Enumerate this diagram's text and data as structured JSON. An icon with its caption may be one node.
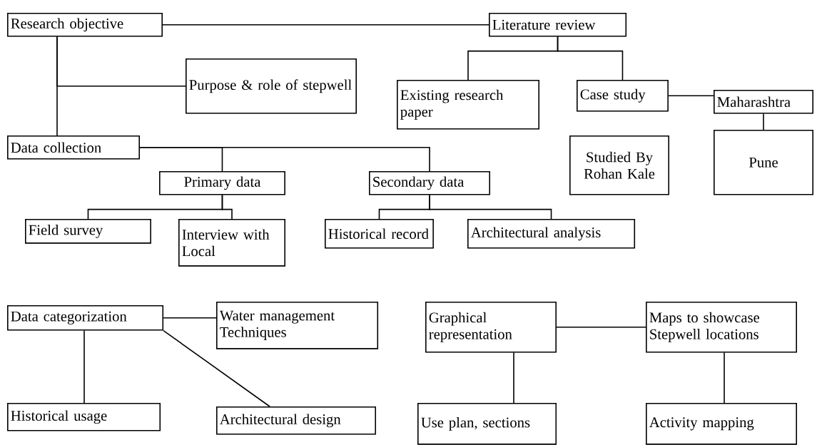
{
  "diagram": {
    "nodes": [
      {
        "text": [
          "Research objective"
        ]
      },
      {
        "text": [
          "Literature review"
        ]
      },
      {
        "text": [
          "Purpose & role of stepwell"
        ]
      },
      {
        "text": [
          "Existing research paper"
        ]
      },
      {
        "text": [
          "Case study"
        ]
      },
      {
        "text": [
          "Maharashtra"
        ]
      },
      {
        "text": [
          "Data collection"
        ]
      },
      {
        "text": [
          "Studied By Rohan Kale"
        ]
      },
      {
        "text": [
          "Pune"
        ]
      },
      {
        "text": [
          "Primary data"
        ]
      },
      {
        "text": [
          "Secondary data"
        ]
      },
      {
        "text": [
          "Field survey"
        ]
      },
      {
        "text": [
          "Interview with Local"
        ]
      },
      {
        "text": [
          "Historical record"
        ]
      },
      {
        "text": [
          "Architectural analysis"
        ]
      },
      {
        "text": [
          "Data categorization"
        ]
      },
      {
        "text": [
          "Water management Techniques"
        ]
      },
      {
        "text": [
          "Graphical representation"
        ]
      },
      {
        "text": [
          "Maps to showcase Stepwell locations"
        ]
      },
      {
        "text": [
          "Historical usage"
        ]
      },
      {
        "text": [
          "Architectural design"
        ]
      },
      {
        "text": [
          "Use plan, sections"
        ]
      },
      {
        "text": [
          "Activity mapping"
        ]
      }
    ],
    "edges": [
      {
        "from": 0,
        "to": 1,
        "arrow": "none"
      },
      {
        "from": 0,
        "to": 2,
        "arrow": "none"
      },
      {
        "from": 0,
        "to": 6,
        "arrow": "none"
      },
      {
        "from": 1,
        "to": 3,
        "arrow": "none"
      },
      {
        "from": 1,
        "to": 4,
        "arrow": "none"
      },
      {
        "from": 4,
        "to": 5,
        "arrow": "none"
      },
      {
        "from": 5,
        "to": 8,
        "arrow": "none"
      },
      {
        "from": 6,
        "to": 9,
        "arrow": "none"
      },
      {
        "from": 6,
        "to": 10,
        "arrow": "none"
      },
      {
        "from": 9,
        "to": 11,
        "arrow": "none"
      },
      {
        "from": 9,
        "to": 12,
        "arrow": "none"
      },
      {
        "from": 10,
        "to": 13,
        "arrow": "none"
      },
      {
        "from": 10,
        "to": 14,
        "arrow": "none"
      },
      {
        "from": 15,
        "to": 16,
        "arrow": "none"
      },
      {
        "from": 15,
        "to": 19,
        "arrow": "none"
      },
      {
        "from": 15,
        "to": 20,
        "arrow": "none"
      },
      {
        "from": 17,
        "to": 18,
        "arrow": "none"
      },
      {
        "from": 17,
        "to": 21,
        "arrow": "none"
      },
      {
        "from": 18,
        "to": 22,
        "arrow": "none"
      }
    ]
  }
}
